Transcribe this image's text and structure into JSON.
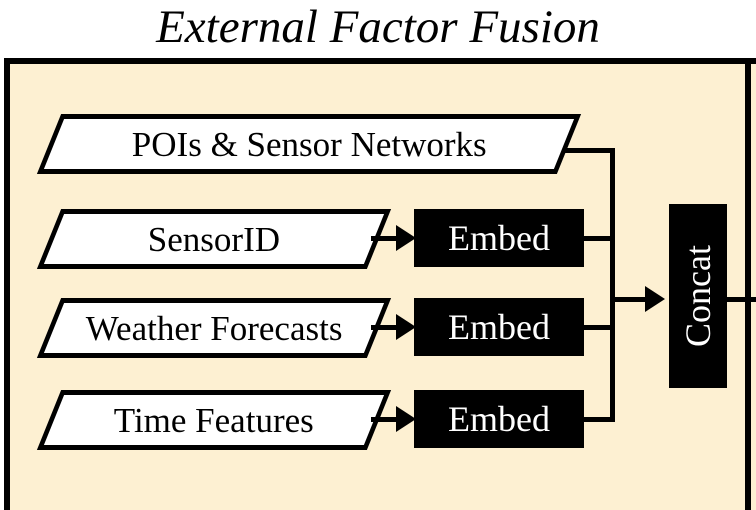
{
  "title": "External Factor Fusion",
  "colors": {
    "panel_background": "#fdf0d2",
    "panel_border": "#000000",
    "node_fill": "#ffffff",
    "process_fill": "#000000",
    "process_text": "#ffffff",
    "connector": "#000000",
    "page_background": "#ffffff"
  },
  "panel": {
    "inputs": [
      {
        "label": "POIs & Sensor Networks",
        "shape": "parallelogram",
        "has_embed": false
      },
      {
        "label": "SensorID",
        "shape": "parallelogram",
        "has_embed": true
      },
      {
        "label": "Weather Forecasts",
        "shape": "parallelogram",
        "has_embed": true
      },
      {
        "label": "Time Features",
        "shape": "parallelogram",
        "has_embed": true
      }
    ],
    "embed_label": "Embed",
    "concat": {
      "label": "Concat",
      "orientation": "vertical"
    }
  }
}
